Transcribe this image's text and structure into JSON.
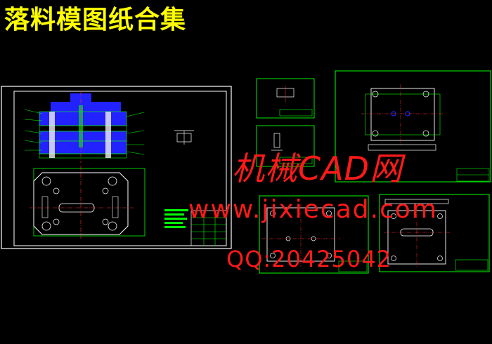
{
  "page": {
    "title": "落料模图纸合集",
    "title_color": "#ffff00",
    "background": "#000000"
  },
  "watermark": {
    "line1": "机械CAD网",
    "line2": "www.jixiecad.com",
    "line3": "QQ:20425042",
    "color": "#ff1a1a"
  },
  "drawing_colors": {
    "frame": "#ffffff",
    "lines": "#00ff00",
    "parts": "#2222ff",
    "centerline": "#ff3333",
    "dimensions": "#00ffff"
  }
}
